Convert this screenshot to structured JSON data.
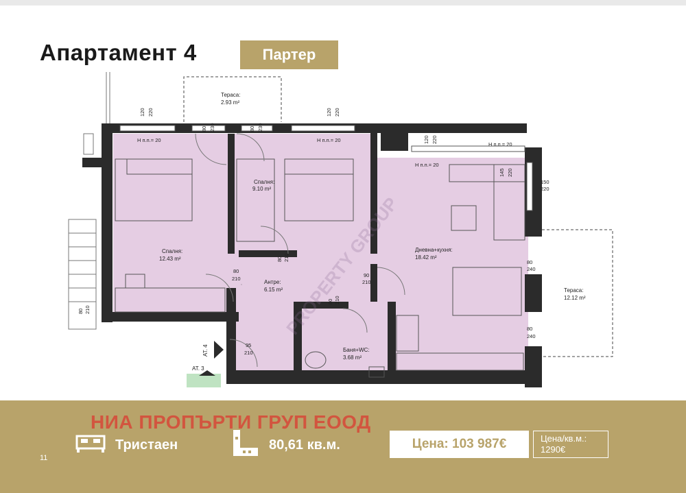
{
  "header": {
    "title": "Апартамент 4",
    "floor_badge": "Партер"
  },
  "plan": {
    "rooms": [
      {
        "name": "Тераса:",
        "area": "2.93 m²"
      },
      {
        "name": "Спалня:",
        "area": "12.43 m²"
      },
      {
        "name": "Спалня:",
        "area": "9.10 m²"
      },
      {
        "name": "Дневна+кухня:",
        "area": "18.42 m²"
      },
      {
        "name": "Антре:",
        "area": "6.15 m²"
      },
      {
        "name": "Баня+WC:",
        "area": "3.68 m²"
      },
      {
        "name": "Тераса:",
        "area": "12.12 m²"
      }
    ],
    "dims": {
      "d120": "120",
      "d220": "220",
      "d80": "80",
      "d230": "230",
      "d210": "210",
      "d90": "90",
      "d95": "95",
      "d240": "240",
      "d150": "150",
      "d145": "145",
      "hnp": "Н п.п.= 20"
    },
    "neighbors": {
      "at4": "АТ. 4",
      "at3": "АТ. 3"
    },
    "watermark": "PROPERTY GROUP",
    "colors": {
      "room_fill": "#e5cde3",
      "wall": "#2b2b2b"
    }
  },
  "footer": {
    "company": "НИА ПРОПЪРТИ ГРУП ЕООД",
    "rooms_type": "Тристаен",
    "area": "80,61 кв.м.",
    "price": "Цена: 103 987€",
    "price_per_m2_label": "Цена/кв.м.:",
    "price_per_m2_value": "1290€",
    "page_number": "11",
    "bg_color": "#b8a36a"
  }
}
